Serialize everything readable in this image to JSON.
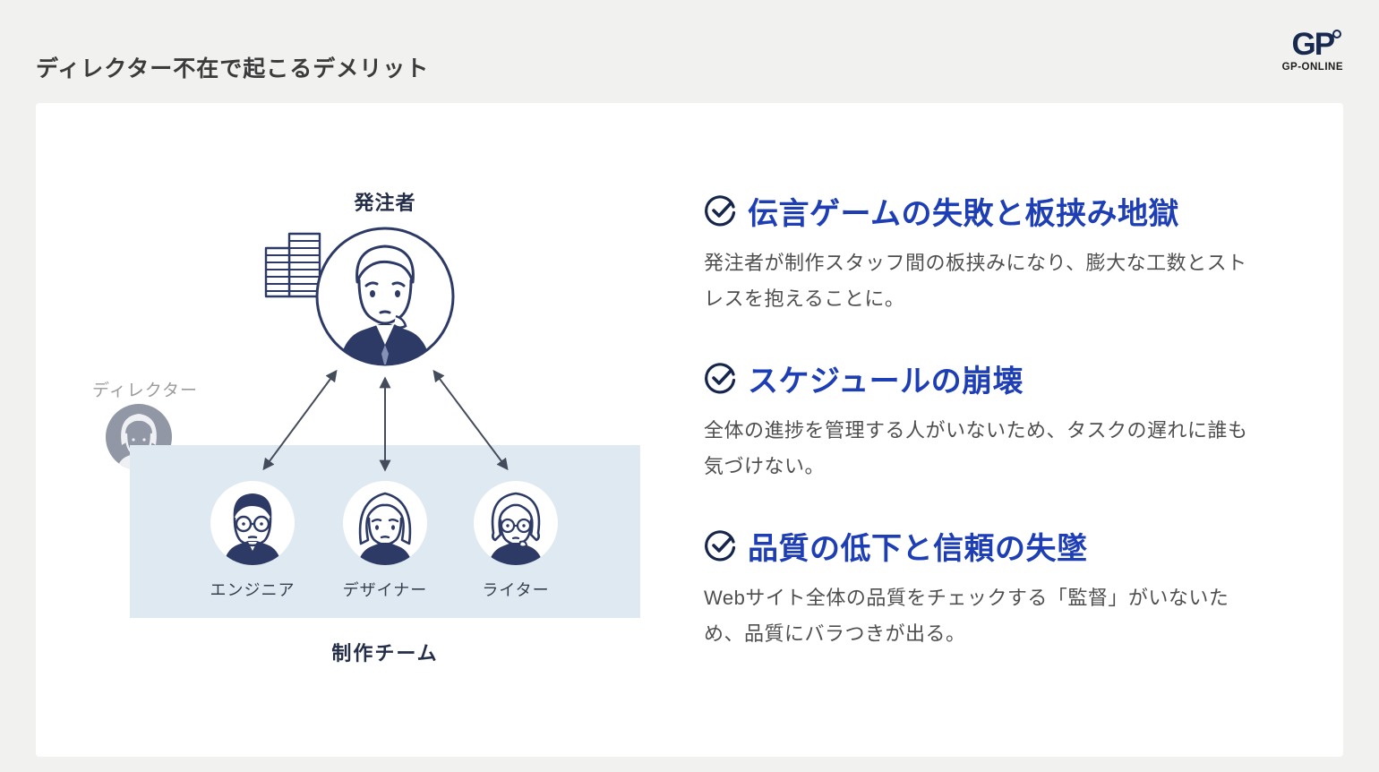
{
  "page": {
    "title": "ディレクター不在で起こるデメリット"
  },
  "logo": {
    "mark": "GP",
    "text": "GP-ONLINE"
  },
  "diagram": {
    "client_label": "発注者",
    "director_label": "ディレクター",
    "team_label": "制作チーム",
    "members": [
      {
        "role": "engineer",
        "label": "エンジニア"
      },
      {
        "role": "designer",
        "label": "デザイナー"
      },
      {
        "role": "writer",
        "label": "ライター"
      }
    ]
  },
  "points": [
    {
      "heading": "伝言ゲームの失敗と板挟み地獄",
      "body": "発注者が制作スタッフ間の板挟みになり、膨大な工数とストレスを抱えることに。"
    },
    {
      "heading": "スケジュールの崩壊",
      "body": "全体の進捗を管理する人がいないため、タスクの遅れに誰も気づけない。"
    },
    {
      "heading": "品質の低下と信頼の失墜",
      "body": "Webサイト全体の品質をチェックする「監督」がいないため、品質にバラつきが出る。"
    }
  ],
  "colors": {
    "page_bg": "#f1f1ef",
    "card_bg": "#ffffff",
    "heading_blue": "#1d3eb5",
    "navy": "#2d3a66",
    "team_box_bg": "#dfe9f2",
    "body_text": "#4f4f4f",
    "muted_gray": "#9b9b9b"
  }
}
